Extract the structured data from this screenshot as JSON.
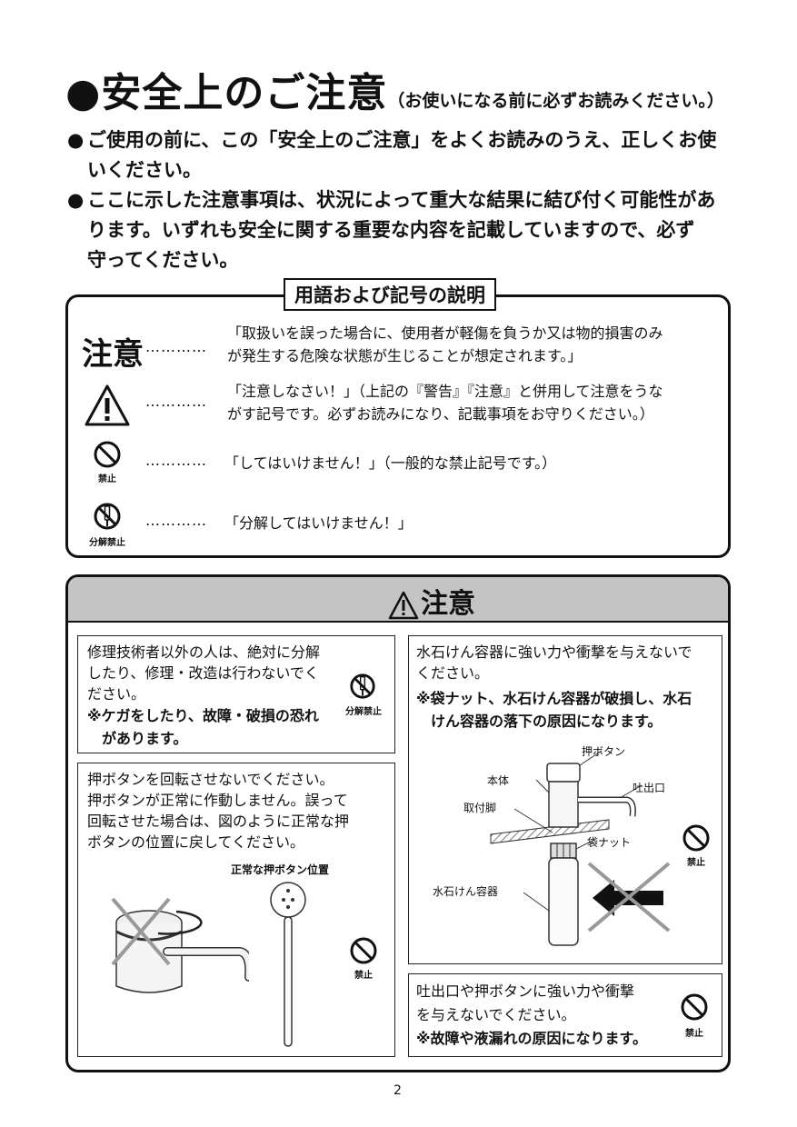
{
  "title": {
    "main": "●安全上のご注意",
    "sub": "（お使いになる前に必ずお読みください。）"
  },
  "intro": [
    {
      "bullet": "●",
      "lines": [
        "ご使用の前に、この「安全上のご注意」をよくお読みのうえ、正しくお使",
        "いください。"
      ]
    },
    {
      "bullet": "●",
      "lines": [
        "ここに示した注意事項は、状況によって重大な結果に結び付く可能性があ",
        "ります。いずれも安全に関する重要な内容を記載していますので、必ず",
        "守ってください。"
      ]
    }
  ],
  "terms": {
    "heading": "用語および記号の説明",
    "dots": "…………",
    "chui_word": "注意",
    "chui_lines": [
      "「取扱いを誤った場合に、使用者が軽傷を負うか又は物的損害のみ",
      "が発生する危険な状態が生じることが想定されます。」"
    ],
    "warning_lines": [
      "「注意しなさい！」（上記の『警告』『注意』と併用して注意をうな",
      "がす記号です。必ずお読みになり、記載事項をお守りください。）"
    ],
    "prohibit_caption": "禁止",
    "prohibit_text": "「してはいけません！」（一般的な禁止記号です。）",
    "disassemble_caption": "分解禁止",
    "disassemble_text": "「分解してはいけません！」"
  },
  "caution": {
    "title": "注意",
    "repair": {
      "lines": [
        "修理技術者以外の人は、絶対に分解",
        "したり、修理・改造は行わないでく",
        "ださい。"
      ],
      "bold_lines": [
        "※ケガをしたり、故障・破損の恐れ",
        "　があります。"
      ],
      "caption": "分解禁止"
    },
    "rotate": {
      "lines": [
        "押ボタンを回転させないでください。",
        "押ボタンが正常に作動しません。誤って",
        "回転させた場合は、図のように正常な押",
        "ボタンの位置に戻してください。"
      ],
      "figure_label": "正常な押ボタン位置",
      "caption": "禁止"
    },
    "container": {
      "lines": [
        "水石けん容器に強い力や衝撃を与えないで",
        "ください。"
      ],
      "bold_lines": [
        "※袋ナット、水石けん容器が破損し、水石",
        "　けん容器の落下の原因になります。"
      ],
      "labels": {
        "push_button": "押ボタン",
        "body": "本体",
        "spout": "吐出口",
        "mount": "取付脚",
        "nut": "袋ナット",
        "container": "水石けん容器"
      },
      "caption": "禁止"
    },
    "spout": {
      "lines": [
        "吐出口や押ボタンに強い力や衝撃",
        "を与えないでください。"
      ],
      "bold_lines": [
        "※故障や液漏れの原因になります。"
      ],
      "caption": "禁止"
    }
  },
  "page_number": "2"
}
